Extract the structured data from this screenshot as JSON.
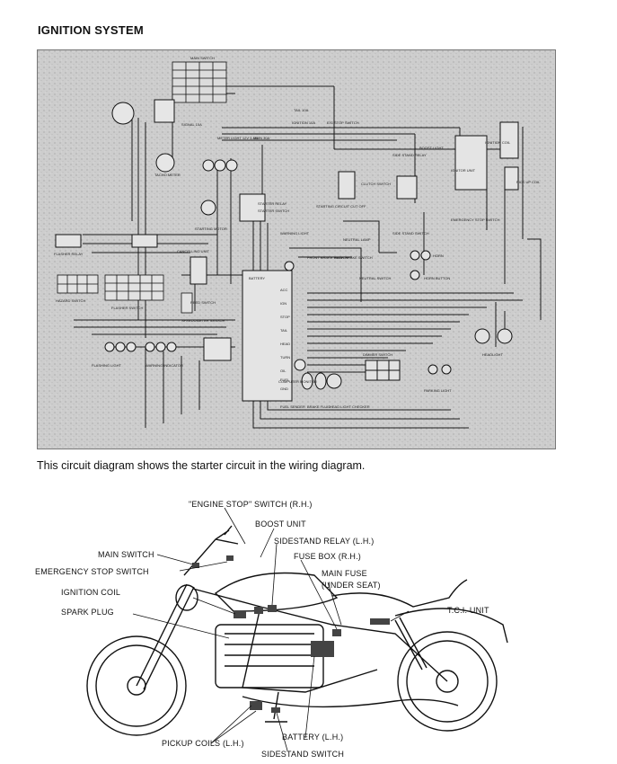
{
  "page_title": "IGNITION SYSTEM",
  "caption": "This circuit diagram shows the starter circuit in the wiring diagram.",
  "wiring_labels": {
    "main_switch": "MAIN SWITCH",
    "tail_fuse": "TAIL 10A",
    "ignition_fuse": "IGNITION 10A",
    "es_stop_switch": "E/G STOP SWITCH",
    "signal_fuse": "SIGNAL 10A",
    "meter_light": "METER LIGHT 12V 3.4W",
    "main_fuse": "MAIN 30A",
    "tacho_meter": "TACHO METER",
    "starting_motor": "STARTING MOTOR",
    "starter_relay": "STARTER RELAY",
    "starter_switch": "STARTER SWITCH",
    "starting_circuit_cutoff": "STARTING CIRCUIT CUT OFF",
    "clutch_switch": "CLUTCH SWITCH",
    "side_stand_relay": "SIDE STAND RELAY",
    "boost_light": "BOOST LIGHT",
    "ignitor_unit": "IGNITOR UNIT",
    "ignition_coil": "IGNITION COIL",
    "pick_up_coil": "PICK UP COIL",
    "emergency_stop_switch": "EMERGENCY STOP SWITCH",
    "side_stand_switch": "SIDE STAND SWITCH",
    "neutral_lamp": "NEUTRAL LAMP",
    "horn": "HORN",
    "horn_button": "HORN BUTTON",
    "flasher_relay": "FLASHER RELAY",
    "cancelling_unit": "CANCELLING UNIT",
    "warning_light": "WARNING LIGHT",
    "front_brake_switch": "FRONT BRAKE SWITCH",
    "rear_brake_switch": "REAR BRAKE SWITCH",
    "neutral_switch": "NEUTRAL SWITCH",
    "hazard_switch": "HAZARD SWITCH",
    "flasher_switch": "FLASHER SWITCH",
    "battery": "BATTERY",
    "reed_switch": "REED SWITCH",
    "speedometer_sensor": "SPEEDOMETER SENSOR",
    "warning_indicator": "WARNING INDICATOR",
    "flashing_light": "FLASHING LIGHT",
    "dimmer_switch": "DIMMER SWITCH",
    "headlight": "HEADLIGHT",
    "parking_light": "PARKING LIGHT",
    "computer_monitor": "COMPUTER MONITOR",
    "fuel_sender": "FUEL SENDER",
    "brake_fluid": "BRAKE FLUID",
    "headlight_checker": "HEAD LIGHT CHECKER",
    "terminals": [
      "ACC",
      "IGN",
      "STOP",
      "TAIL",
      "HEAD",
      "TURN",
      "OIL",
      "FUEL",
      "GND"
    ]
  },
  "bike_labels": {
    "engine_stop_switch": "\"ENGINE STOP\" SWITCH (R.H.)",
    "boost_unit": "BOOST UNIT",
    "sidestand_relay": "SIDESTAND RELAY (L.H.)",
    "main_switch": "MAIN SWITCH",
    "fuse_box": "FUSE BOX (R.H.)",
    "emergency_stop_switch": "EMERGENCY STOP SWITCH",
    "main_fuse": "MAIN FUSE",
    "main_fuse_note": "(UNDER SEAT)",
    "ignition_coil": "IGNITION COIL",
    "tci_unit": "T.C.I. UNIT",
    "spark_plug": "SPARK PLUG",
    "pickup_coils": "PICKUP COILS (L.H.)",
    "battery": "BATTERY (L.H.)",
    "sidestand_switch": "SIDESTAND SWITCH"
  }
}
